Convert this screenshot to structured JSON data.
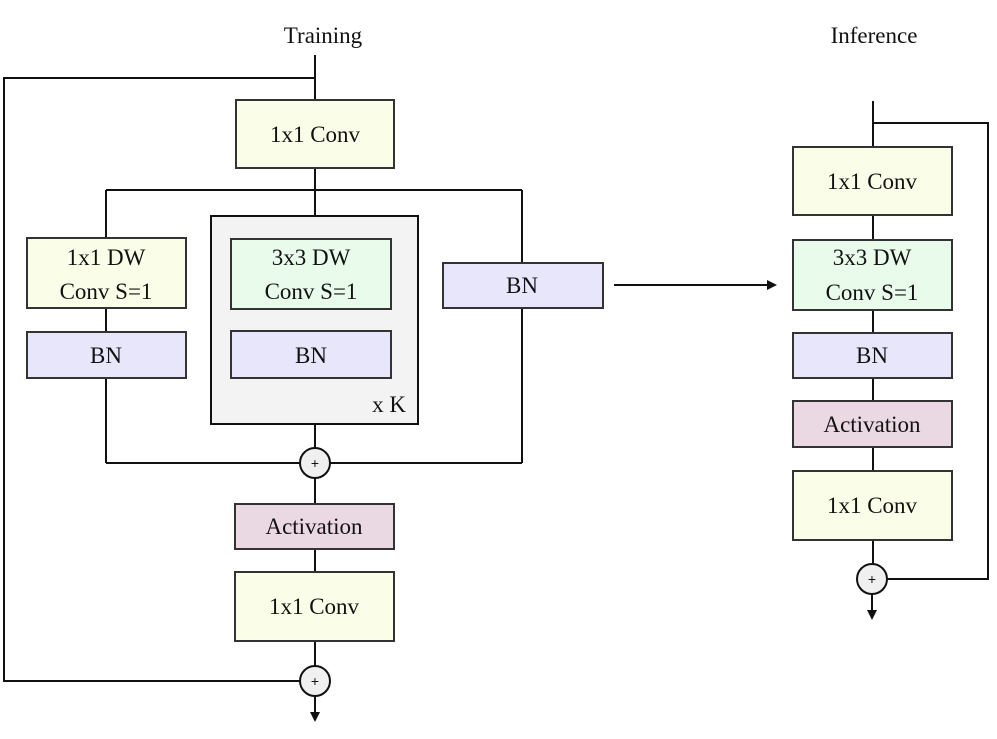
{
  "colors": {
    "conv": "#fafde8",
    "dw3x3": "#e9fbea",
    "bn": "#e7e6fa",
    "activation": "#ead8e2",
    "group_bg": "#f3f3f3",
    "line": "#111111"
  },
  "training": {
    "title": "Training",
    "conv_top": "1x1 Conv",
    "dw1_line1": "1x1 DW",
    "dw1_line2": "Conv S=1",
    "bn_left": "BN",
    "dw3_line1": "3x3 DW",
    "dw3_line2": "Conv S=1",
    "bn_mid": "BN",
    "repeat": "x K",
    "bn_right": "BN",
    "activation": "Activation",
    "conv_bottom": "1x1 Conv",
    "add_symbol": "+"
  },
  "inference": {
    "title": "Inference",
    "conv_top": "1x1 Conv",
    "dw3_line1": "3x3 DW",
    "dw3_line2": "Conv S=1",
    "bn": "BN",
    "activation": "Activation",
    "conv_bottom": "1x1 Conv",
    "add_symbol": "+"
  }
}
